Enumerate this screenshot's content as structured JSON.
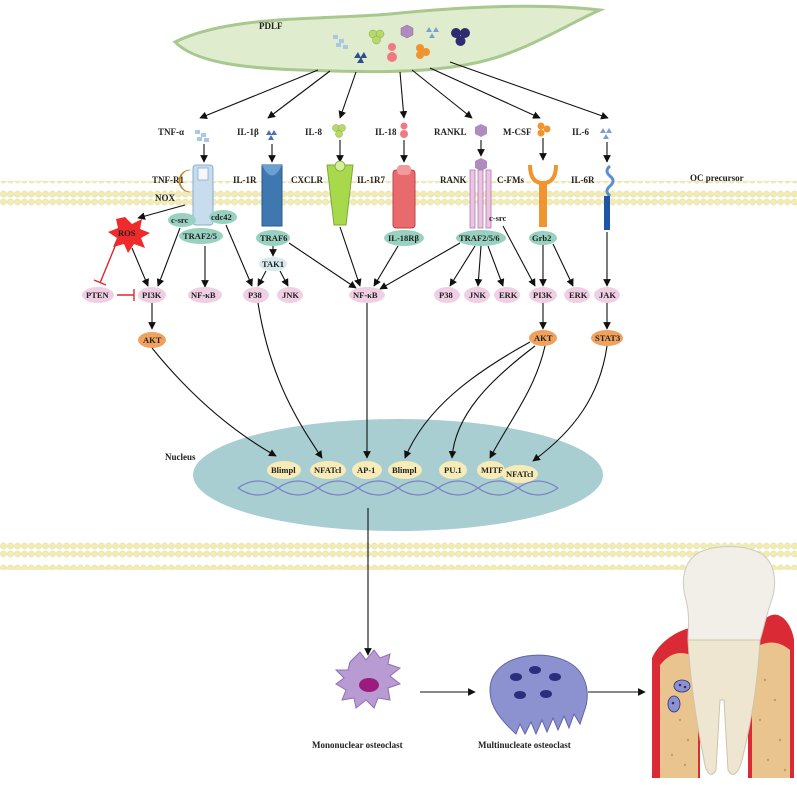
{
  "cell": {
    "title": "PDLF",
    "precursor": "OC precursor",
    "nucleus": "Nucleus"
  },
  "ligands": {
    "tnf": "TNF-α",
    "il1b": "IL-1β",
    "il8": "IL-8",
    "il18": "IL-18",
    "rankl": "RANKL",
    "mcsf": "M-CSF",
    "il6": "IL-6"
  },
  "receptors": {
    "tnfr1": "TNF-R1",
    "il1r": "IL-1R",
    "cxclr": "CXCLR",
    "il1r7": "IL-1R7",
    "rank": "RANK",
    "cfms": "C-FMs",
    "il6r": "IL-6R"
  },
  "adaptors": {
    "nox": "NOX",
    "csrc1": "c-src",
    "cdc42": "cdc42",
    "traf25": "TRAF2/5",
    "ros": "ROS",
    "traf6": "TRAF6",
    "tak1": "TAK1",
    "il18rb": "IL-18Rβ",
    "traf256": "TRAF2/5/6",
    "csrc2": "c-src",
    "grb2": "Grb2"
  },
  "effectors": {
    "pten": "PTEN",
    "pi3k1": "PI3K",
    "nfkb1": "NF-κB",
    "p38a": "P38",
    "jnk1": "JNK",
    "nfkb2": "NF-κB",
    "p38b": "P38",
    "jnk2": "JNK",
    "erk1": "ERK",
    "pi3k2": "PI3K",
    "erk2": "ERK",
    "jak": "JAK",
    "akt1": "AKT",
    "akt2": "AKT",
    "stat3": "STAT3"
  },
  "factors": {
    "blimp1": "Blimpl",
    "nfatc1": "NFATcl",
    "ap1": "AP-1",
    "blimp2": "Blimpl",
    "pu1": "PU.1",
    "mitf": "MITF",
    "nfatc2": "NFATcl"
  },
  "stages": {
    "mono": "Mononuclear osteoclast",
    "multi": "Multinucleate osteoclast"
  },
  "colors": {
    "cell_fill": "#dfeccd",
    "cell_stroke": "#a8c890",
    "nucleus": "#a9ced2",
    "pink_node": "#f0cfe4",
    "teal_node": "#98d1c0",
    "orange_node": "#f0a15e",
    "tf_node": "#f7ebb8",
    "ros": "#ee2a2a",
    "inhibit": "#e0262c",
    "membrane": "#f4efbd",
    "membrane_dot": "#ebe3a4"
  }
}
